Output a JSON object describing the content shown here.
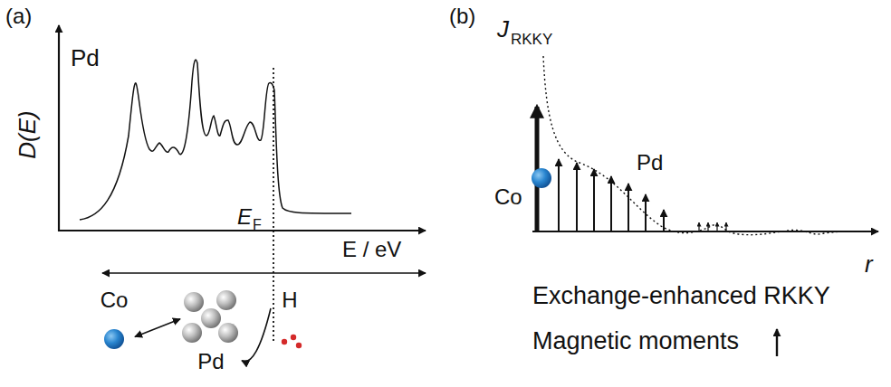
{
  "diagram": {
    "nodes": [
      {
        "text": [
          "Co"
        ]
      },
      {
        "text": [
          "Pd"
        ]
      },
      {
        "text": [
          "H"
        ]
      }
    ],
    "edges": [
      {
        "from": 1,
        "to": 0,
        "arrow": "both"
      },
      {
        "from": 2,
        "to": 1,
        "arrow": "to"
      }
    ],
    "labels": [
      "(a)",
      "Pd",
      "D(E)",
      "E",
      "F",
      "E / eV",
      "(b)",
      "J",
      "RKKY",
      "Co",
      "Pd",
      "r",
      "Exchange-enhanced RKKY",
      "Magnetic moments"
    ]
  }
}
